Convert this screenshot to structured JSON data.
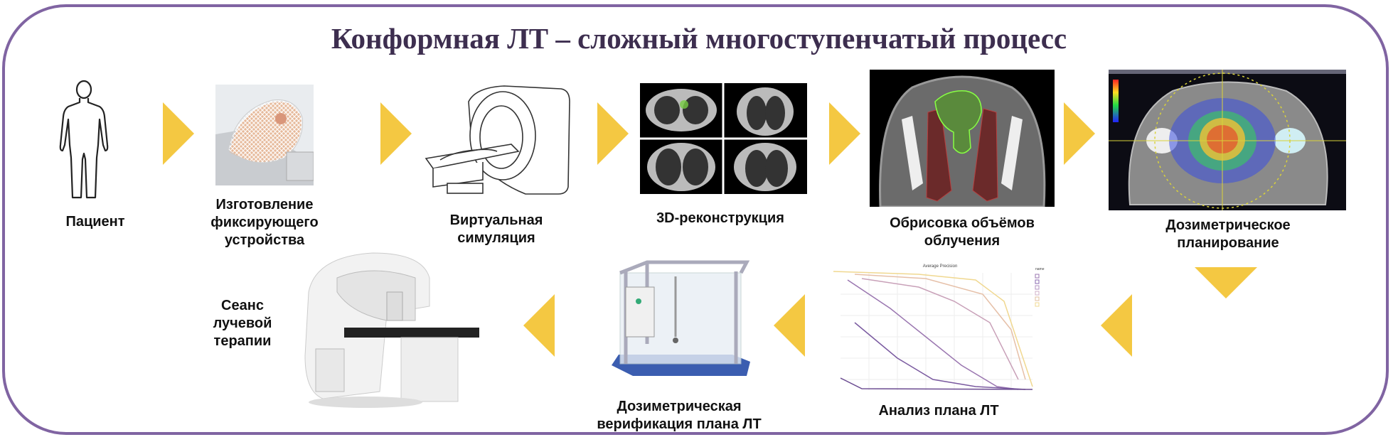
{
  "title": "Конформная ЛТ – сложный многоступенчатый процесс",
  "colors": {
    "frame": "#8064a2",
    "title": "#3d2e4f",
    "arrow": "#f4c842"
  },
  "steps": [
    {
      "lines": [
        "Пациент"
      ],
      "icon": "patient-silhouette-icon"
    },
    {
      "lines": [
        "Изготовление",
        "фиксирующего",
        "устройства"
      ],
      "icon": "thermoplastic-mask-image"
    },
    {
      "lines": [
        "Виртуальная",
        "симуляция"
      ],
      "icon": "ct-simulator-image"
    },
    {
      "lines": [
        "3D-реконструкция"
      ],
      "icon": "ct-reconstruction-image"
    },
    {
      "lines": [
        "Обрисовка объёмов",
        "облучения"
      ],
      "icon": "contouring-image"
    },
    {
      "lines": [
        "Дозиметрическое",
        "планирование"
      ],
      "icon": "dose-plan-image"
    },
    {
      "lines": [
        "Анализ плана ЛТ"
      ],
      "icon": "plan-analysis-chart-image"
    },
    {
      "lines": [
        "Дозиметрическая",
        "верификация плана ЛТ"
      ],
      "icon": "water-phantom-image"
    },
    {
      "lines": [
        "Сеанс",
        "лучевой",
        "терапии"
      ],
      "icon": "linac-image"
    }
  ],
  "chart_image": {
    "title": "Average Precision",
    "legend_title": "name"
  }
}
